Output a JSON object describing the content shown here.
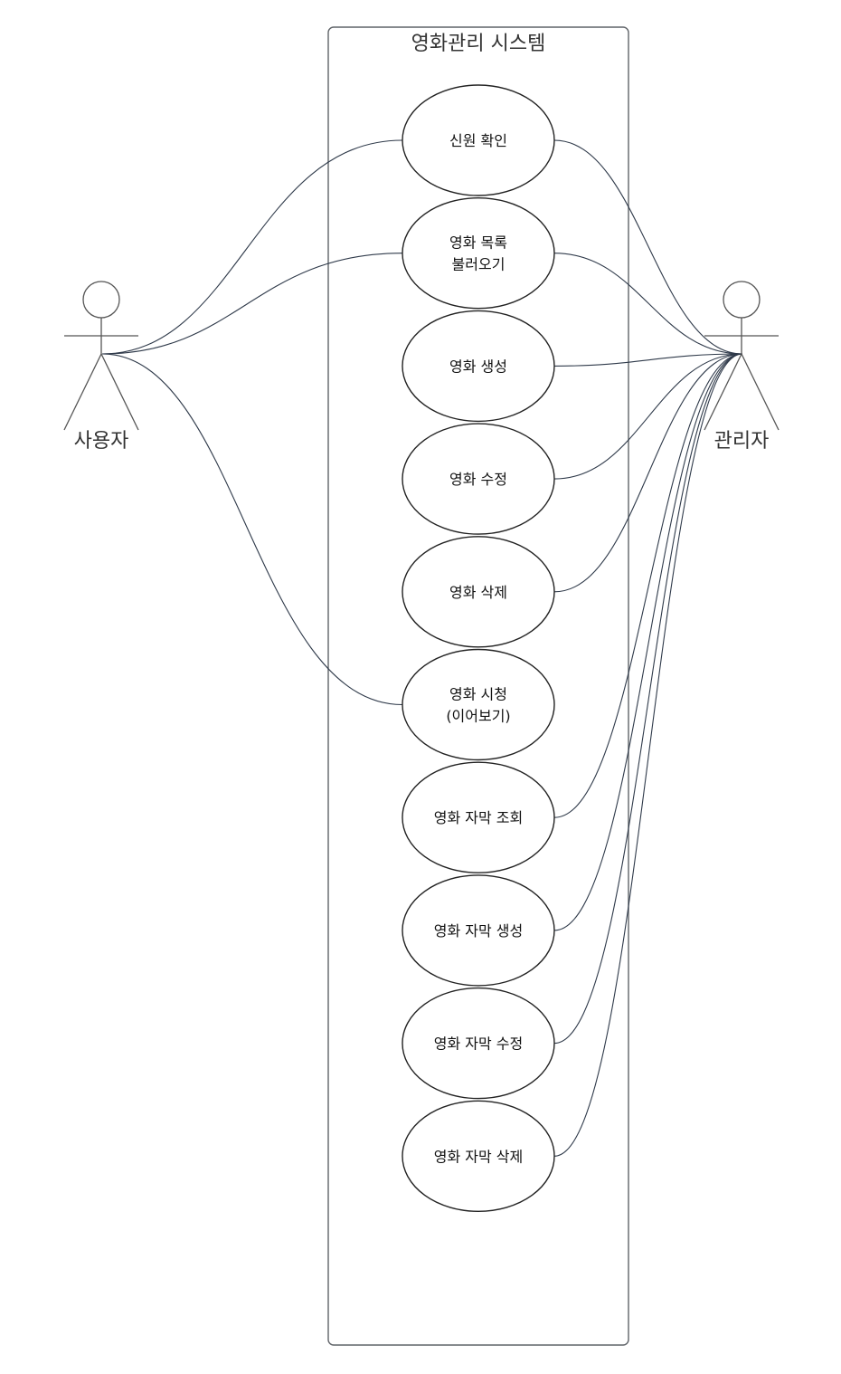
{
  "system": {
    "title": "영화관리 시스템"
  },
  "actors": {
    "user": {
      "name": "사용자"
    },
    "admin": {
      "name": "관리자"
    }
  },
  "use_cases": [
    {
      "id": "verify-identity",
      "lines": [
        "신원 확인"
      ]
    },
    {
      "id": "load-movie-list",
      "lines": [
        "영화 목록",
        "불러오기"
      ]
    },
    {
      "id": "create-movie",
      "lines": [
        "영화 생성"
      ]
    },
    {
      "id": "edit-movie",
      "lines": [
        "영화 수정"
      ]
    },
    {
      "id": "delete-movie",
      "lines": [
        "영화 삭제"
      ]
    },
    {
      "id": "watch-movie",
      "lines": [
        "영화 시청",
        "(이어보기)"
      ]
    },
    {
      "id": "view-subtitles",
      "lines": [
        "영화 자막 조회"
      ]
    },
    {
      "id": "create-subtitles",
      "lines": [
        "영화 자막 생성"
      ]
    },
    {
      "id": "edit-subtitles",
      "lines": [
        "영화 자막 수정"
      ]
    },
    {
      "id": "delete-subtitles",
      "lines": [
        "영화 자막 삭제"
      ]
    }
  ],
  "associations": [
    {
      "actor": "user",
      "use_case": "verify-identity"
    },
    {
      "actor": "user",
      "use_case": "load-movie-list"
    },
    {
      "actor": "user",
      "use_case": "watch-movie"
    },
    {
      "actor": "admin",
      "use_case": "verify-identity"
    },
    {
      "actor": "admin",
      "use_case": "load-movie-list"
    },
    {
      "actor": "admin",
      "use_case": "create-movie"
    },
    {
      "actor": "admin",
      "use_case": "edit-movie"
    },
    {
      "actor": "admin",
      "use_case": "delete-movie"
    },
    {
      "actor": "admin",
      "use_case": "view-subtitles"
    },
    {
      "actor": "admin",
      "use_case": "create-subtitles"
    },
    {
      "actor": "admin",
      "use_case": "edit-subtitles"
    },
    {
      "actor": "admin",
      "use_case": "delete-subtitles"
    }
  ]
}
